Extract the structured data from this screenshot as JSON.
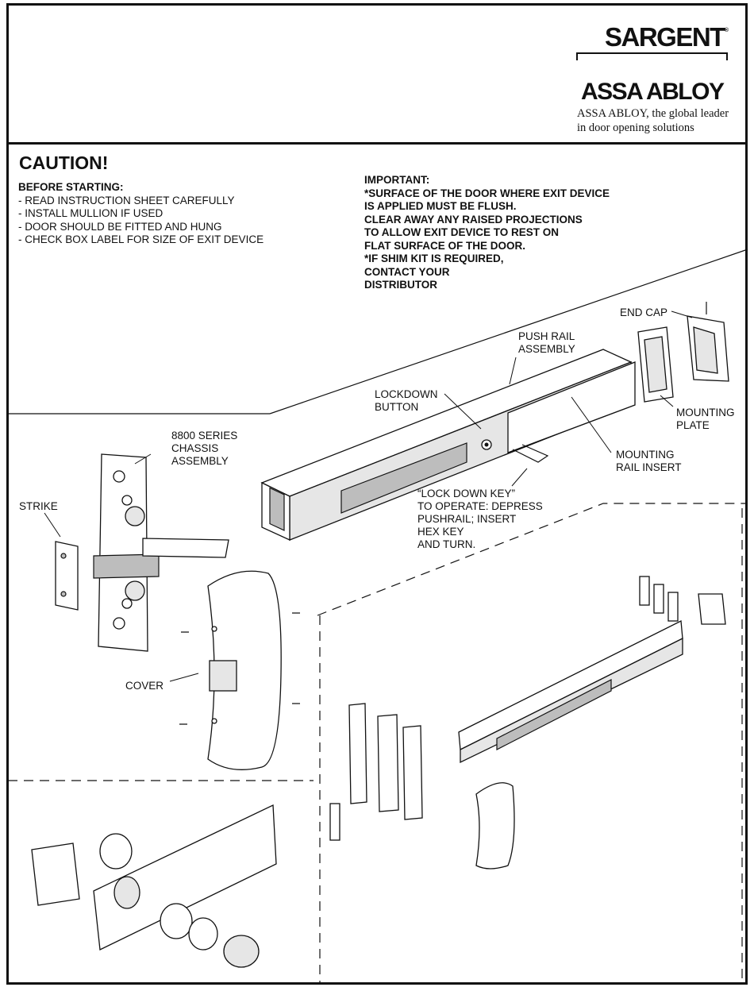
{
  "brand": {
    "sargent": "SARGENT",
    "registered": "®",
    "assa_abloy": "ASSA ABLOY",
    "tagline_line1": "ASSA ABLOY, the global leader",
    "tagline_line2": "in door opening solutions"
  },
  "caution": {
    "title": "CAUTION!",
    "before_heading": "BEFORE STARTING:",
    "before_items": [
      "- READ INSTRUCTION SHEET CAREFULLY",
      "- INSTALL MULLION IF USED",
      "- DOOR SHOULD BE FITTED AND HUNG",
      "- CHECK BOX LABEL FOR SIZE OF EXIT DEVICE"
    ]
  },
  "important": {
    "lines": [
      "IMPORTANT:",
      "*SURFACE OF THE DOOR WHERE EXIT DEVICE",
      "IS APPLIED MUST BE FLUSH.",
      "CLEAR AWAY ANY RAISED PROJECTIONS",
      "TO ALLOW EXIT DEVICE TO REST ON",
      "FLAT SURFACE OF THE DOOR.",
      "*IF SHIM KIT IS REQUIRED,",
      "CONTACT YOUR",
      "DISTRIBUTOR"
    ]
  },
  "labels": {
    "end_cap": "END CAP",
    "push_rail": [
      "PUSH RAIL",
      "ASSEMBLY"
    ],
    "lockdown_button": [
      "LOCKDOWN",
      "BUTTON"
    ],
    "mounting_plate": [
      "MOUNTING",
      "PLATE"
    ],
    "mounting_rail_insert": [
      "MOUNTING",
      "RAIL INSERT"
    ],
    "chassis": [
      "8800 SERIES",
      "CHASSIS",
      "ASSEMBLY"
    ],
    "strike": "STRIKE",
    "lock_down_key": [
      "“LOCK DOWN KEY”",
      "TO OPERATE: DEPRESS",
      "PUSHRAIL; INSERT",
      "HEX KEY",
      "AND TURN."
    ],
    "cover": "COVER"
  }
}
